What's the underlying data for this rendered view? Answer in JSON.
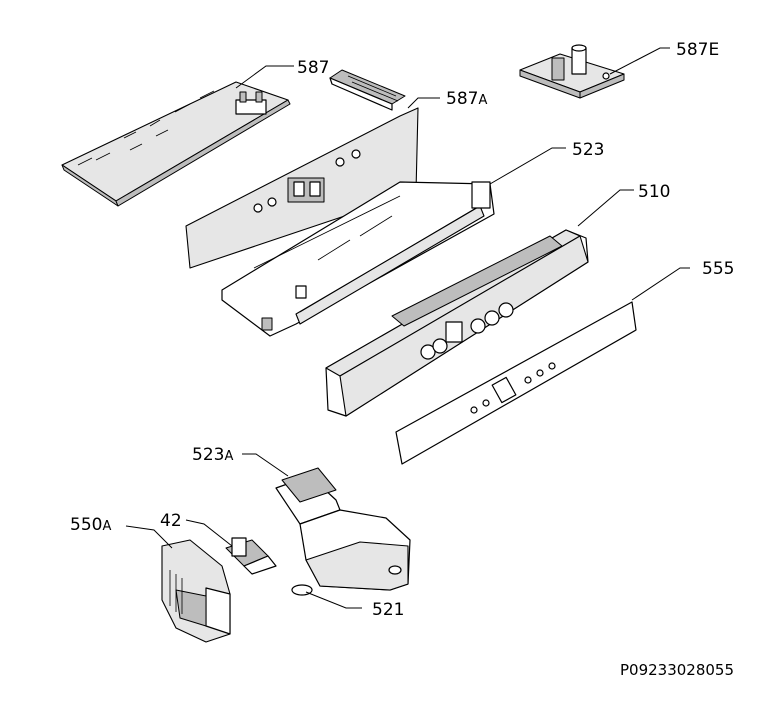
{
  "labels": {
    "l587": "587",
    "l587a_num": "587",
    "l587a_suf": "A",
    "l587e": "587E",
    "l523": "523",
    "l510": "510",
    "l555": "555",
    "l523a_num": "523",
    "l523a_suf": "A",
    "l550a_num": "550",
    "l550a_suf": "A",
    "l42": "42",
    "l521": "521"
  },
  "drawing_code": "P09233028055"
}
